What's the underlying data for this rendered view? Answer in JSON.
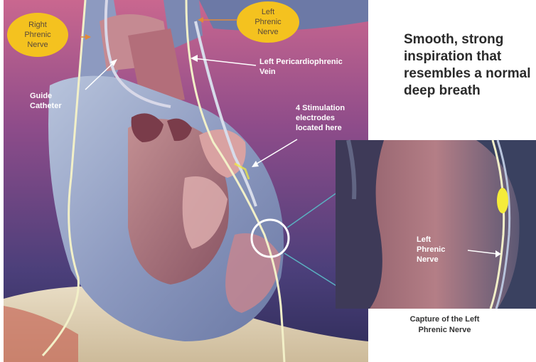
{
  "labels": {
    "right_phrenic_nerve": [
      "Right",
      "Phrenic",
      "Nerve"
    ],
    "left_phrenic_nerve_top": [
      "Left",
      "Phrenic",
      "Nerve"
    ],
    "guide_catheter": [
      "Guide",
      "Catheter"
    ],
    "left_pericardiophrenic_vein": [
      "Left Pericardiophrenic",
      "Vein"
    ],
    "stimulation_electrodes": [
      "4 Stimulation",
      "electrodes",
      "located here"
    ],
    "left_phrenic_nerve_inset": [
      "Left",
      "Phrenic",
      "Nerve"
    ]
  },
  "headline": [
    "Smooth, strong",
    "inspiration that",
    "resembles a normal",
    "deep breath"
  ],
  "caption": [
    "Capture of the Left",
    "Phrenic Nerve"
  ],
  "colors": {
    "callout_oval": "#f4c21f",
    "electrode_highlight": "#f5ec3a",
    "nerve_line": "#f2f0c8",
    "label_text": "#ffffff"
  }
}
